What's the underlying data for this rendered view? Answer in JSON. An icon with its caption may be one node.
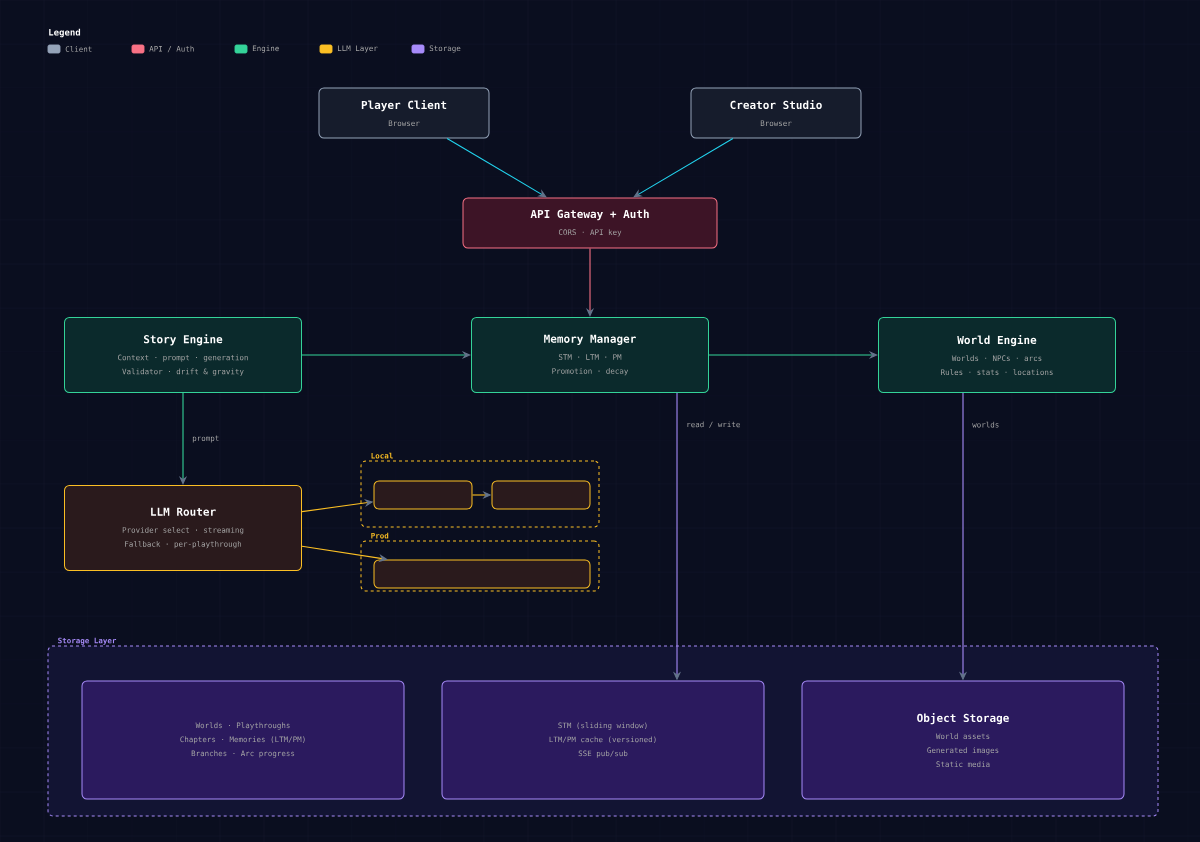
{
  "diagram": {
    "nodes": [
      {
        "text": [
          "Player Client",
          "Browser"
        ]
      },
      {
        "text": [
          "Creator Studio",
          "Browser"
        ]
      },
      {
        "text": [
          "API Gateway + Auth",
          "CORS · API key"
        ]
      },
      {
        "text": [
          "Story Engine",
          "Context · prompt · generation",
          "Validator · drift & gravity"
        ]
      },
      {
        "text": [
          "Memory Manager",
          "STM · LTM · PM",
          "Promotion · decay"
        ]
      },
      {
        "text": [
          "World Engine",
          "Worlds · NPCs · arcs",
          "Rules · stats · locations"
        ]
      },
      {
        "text": [
          "LLM Router",
          "Provider select · streaming",
          "Fallback · per-playthrough"
        ]
      },
      {
        "text": [
          "Local"
        ]
      },
      {
        "text": [],
        "shape": "box",
        "in": 7
      },
      {
        "text": [],
        "shape": "box",
        "in": 7
      },
      {
        "text": [
          "Prod"
        ]
      },
      {
        "text": [],
        "shape": "box",
        "in": 10
      },
      {
        "text": [
          "Storage Layer"
        ]
      },
      {
        "text": [
          "Worlds · Playthroughs",
          "Chapters · Memories (LTM/PM)",
          "Branches · Arc progress"
        ],
        "in": 12
      },
      {
        "text": [
          "STM (sliding window)",
          "LTM/PM cache (versioned)",
          "SSE pub/sub"
        ],
        "in": 12
      },
      {
        "text": [
          "Object Storage",
          "World assets",
          "Generated images",
          "Static media"
        ],
        "in": 12
      }
    ],
    "edges": [
      {
        "from": 0,
        "to": 2,
        "arrow": "to",
        "color": "#22d3ee"
      },
      {
        "from": 1,
        "to": 2,
        "arrow": "to",
        "color": "#22d3ee"
      },
      {
        "from": 2,
        "to": 4,
        "arrow": "to",
        "color": "#f87185"
      },
      {
        "from": 3,
        "to": 4,
        "arrow": "to",
        "color": "#34d399"
      },
      {
        "from": 4,
        "to": 5,
        "arrow": "to",
        "color": "#34d399"
      },
      {
        "from": 3,
        "to": 6,
        "arrow": "to",
        "label": "prompt",
        "color": "#34d399"
      },
      {
        "from": 6,
        "to": 8,
        "arrow": "to",
        "color": "#fbbf24"
      },
      {
        "from": 8,
        "to": 9,
        "arrow": "to",
        "color": "#fbbf24"
      },
      {
        "from": 6,
        "to": 11,
        "arrow": "to",
        "color": "#fbbf24"
      },
      {
        "from": 4,
        "to": 14,
        "arrow": "to",
        "label": "read / write",
        "color": "#a78bfa"
      },
      {
        "from": 5,
        "to": 15,
        "arrow": "to",
        "label": "worlds",
        "color": "#a78bfa"
      }
    ],
    "labels": [
      "Legend"
    ],
    "legend": [
      {
        "text": "Client",
        "color": "#94a3b8"
      },
      {
        "text": "API / Auth",
        "color": "#f87185"
      },
      {
        "text": "Engine",
        "color": "#34d399"
      },
      {
        "text": "LLM Layer",
        "color": "#fbbf24"
      },
      {
        "text": "Storage",
        "color": "#a78bfa"
      }
    ]
  }
}
